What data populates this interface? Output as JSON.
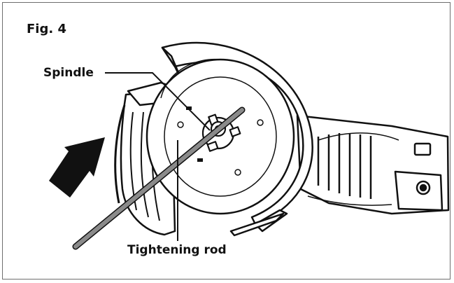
{
  "figure": {
    "title": "Fig. 4"
  },
  "callouts": {
    "spindle": "Spindle",
    "tightening_rod": "Tightening rod"
  },
  "icons": {
    "arrow": "push-arrow-icon"
  },
  "colors": {
    "ink": "#111111",
    "rod": "#8a8a8a",
    "frame": "#6e6e6e",
    "shade": "#c9c9c9"
  }
}
